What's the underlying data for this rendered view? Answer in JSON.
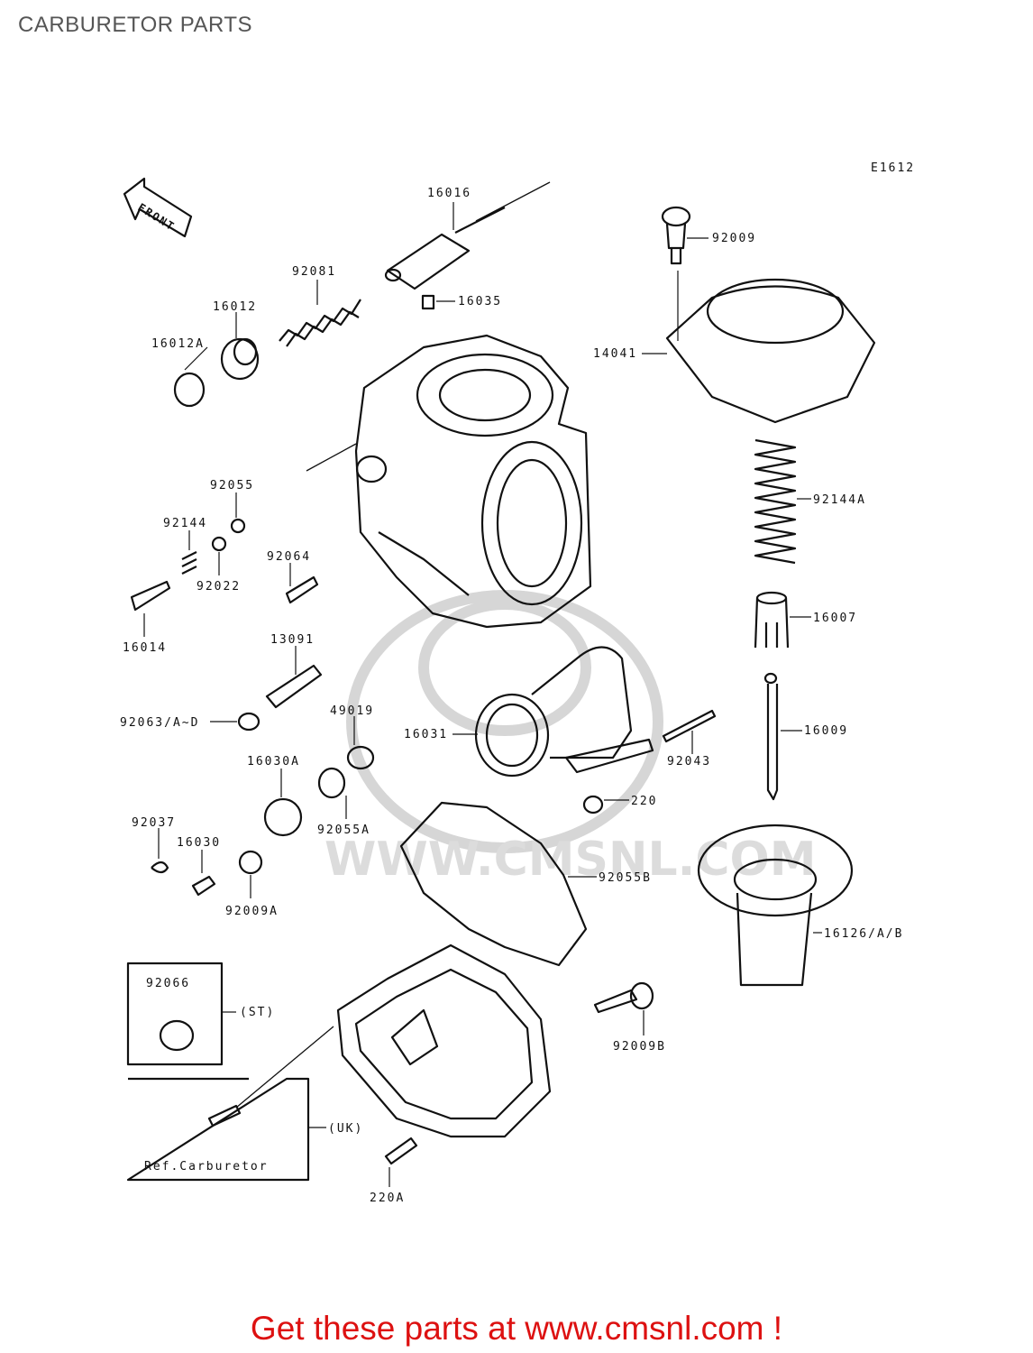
{
  "page": {
    "title": "CARBURETOR PARTS",
    "diagram_code": "E1612",
    "front_label": "FRONT",
    "watermark": "WWW.CMSNL.COM",
    "footer": "Get these parts at www.cmsnl.com !"
  },
  "callouts": [
    "16016",
    "92081",
    "16012",
    "16012A",
    "16035",
    "92009",
    "14041",
    "92055",
    "92144",
    "92022",
    "16014",
    "92064",
    "13091",
    "92144A",
    "16007",
    "92063/A~D",
    "49019",
    "16031",
    "16009",
    "92043",
    "16030A",
    "220",
    "92055A",
    "92037",
    "16030",
    "92009A",
    "92055B",
    "16126/A/B",
    "92066",
    "(ST)",
    "92009B",
    "(UK)",
    "Ref.Carburetor",
    "220A"
  ]
}
